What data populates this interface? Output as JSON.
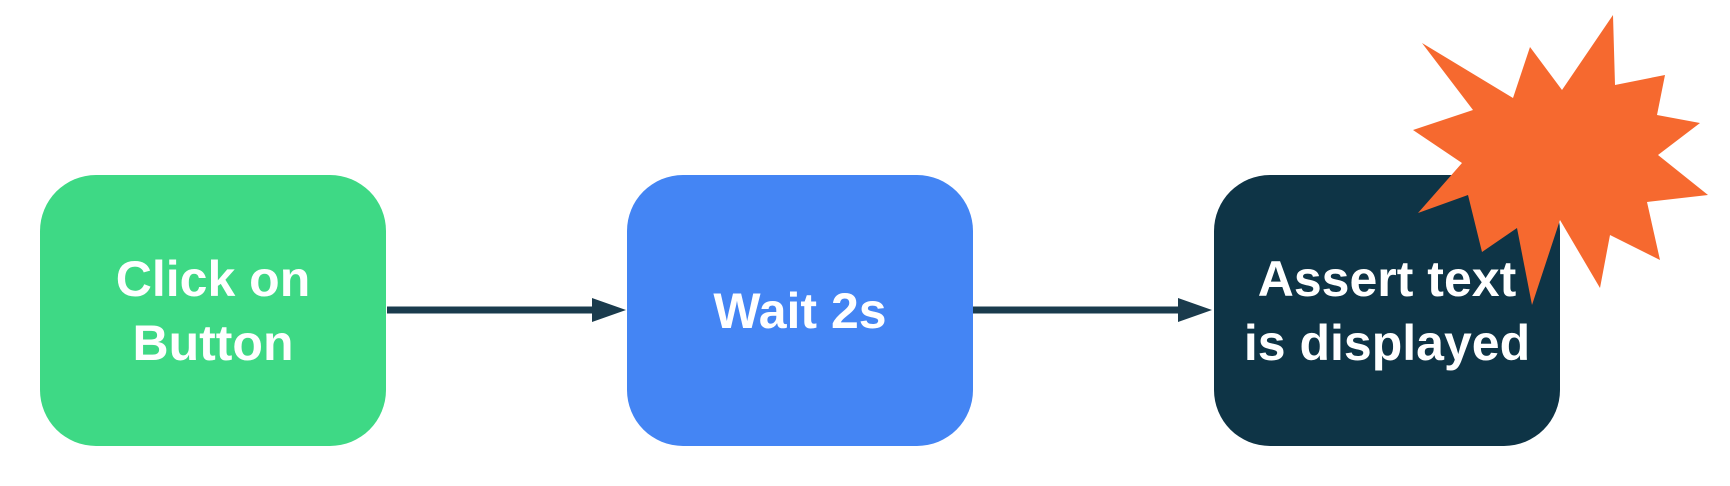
{
  "flowchart": {
    "steps": [
      {
        "label_lines": [
          "Click on",
          "Button"
        ],
        "color": "#3ED985",
        "text_color": "#FFFFFF"
      },
      {
        "label_lines": [
          "Wait 2s"
        ],
        "color": "#4485F4",
        "text_color": "#FFFFFF"
      },
      {
        "label_lines": [
          "Assert text",
          "is displayed"
        ],
        "color": "#0E3446",
        "text_color": "#FFFFFF"
      }
    ],
    "connectors": {
      "color": "#1A3B4D"
    },
    "burst": {
      "icon": "explosion-burst-icon",
      "color": "#F6692F"
    }
  }
}
